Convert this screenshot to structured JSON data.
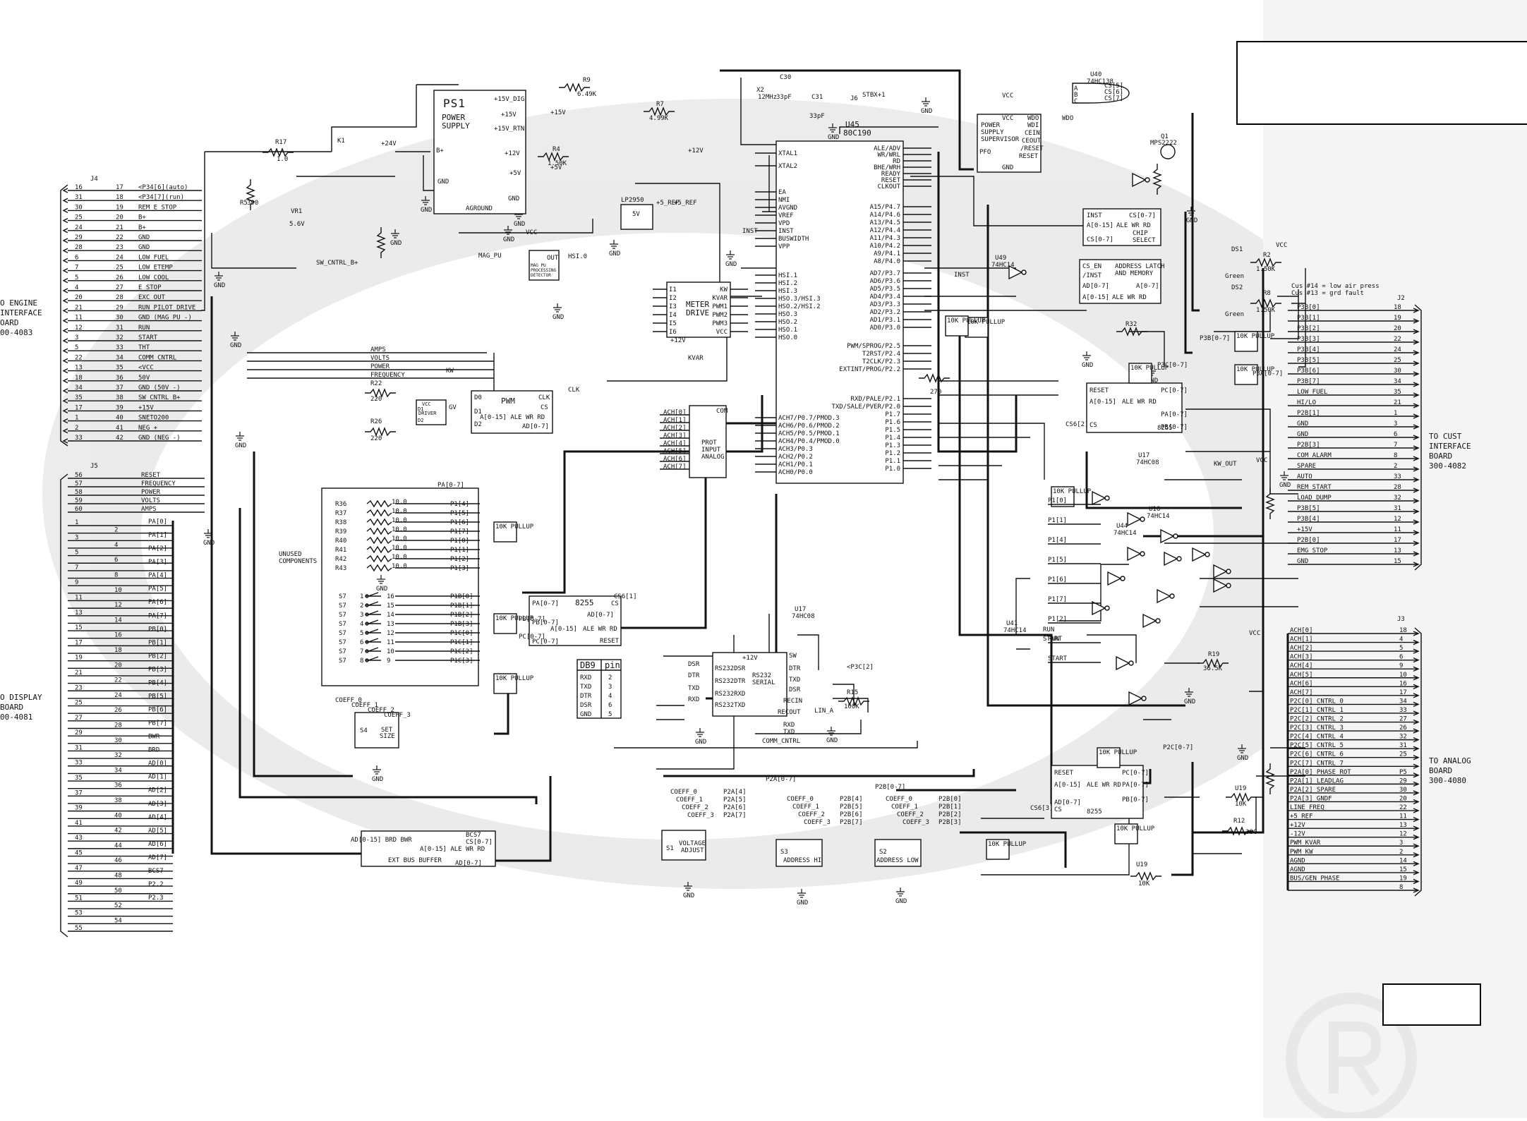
{
  "connectors": {
    "j4": {
      "designator": "J4",
      "destination_lines": [
        "O ENGINE",
        "INTERFACE",
        "OARD",
        "00-4083"
      ],
      "pins": [
        {
          "pin": "16",
          "sig": "<P34[6](auto)"
        },
        {
          "pin": "31",
          "sig": "<P34[7](run)"
        },
        {
          "pin": "30",
          "sig": "REM_E_STOP"
        },
        {
          "pin": "25",
          "sig": "B+"
        },
        {
          "pin": "24",
          "sig": "B+"
        },
        {
          "pin": "29",
          "sig": "GND"
        },
        {
          "pin": "28",
          "sig": "GND"
        },
        {
          "pin": "6",
          "sig": "LOW_FUEL"
        },
        {
          "pin": "7",
          "sig": "LOW_ETEMP"
        },
        {
          "pin": "5",
          "sig": "LOW_COOL"
        },
        {
          "pin": "4",
          "sig": "E_STOP"
        },
        {
          "pin": "20",
          "sig": "EXC_OUT"
        },
        {
          "pin": "21",
          "sig": "RUN_PILOT_DRIVE"
        },
        {
          "pin": "11",
          "sig": "GND (MAG PU -)"
        },
        {
          "pin": "12",
          "sig": "RUN"
        },
        {
          "pin": "3",
          "sig": "START"
        },
        {
          "pin": "5",
          "sig": "THT"
        },
        {
          "pin": "22",
          "sig": "COMM_CNTRL"
        },
        {
          "pin": "13",
          "sig": "<VCC"
        },
        {
          "pin": "18",
          "sig": "50V"
        },
        {
          "pin": "34",
          "sig": "GND (50V -)"
        },
        {
          "pin": "35",
          "sig": "SW_CNTRL_B+"
        },
        {
          "pin": "17",
          "sig": "+15V"
        },
        {
          "pin": "1",
          "sig": "SNETO200"
        },
        {
          "pin": "2",
          "sig": "NEG_+"
        },
        {
          "pin": "33",
          "sig": "GND (NEG -)"
        }
      ]
    },
    "j5": {
      "designator": "J5",
      "destination_lines": [
        "O DISPLAY",
        "BOARD",
        "00-4081"
      ],
      "top_pins": [
        {
          "pin": "56",
          "sig": "RESET"
        },
        {
          "pin": "57",
          "sig": "FREQUENCY"
        },
        {
          "pin": "58",
          "sig": "POWER"
        },
        {
          "pin": "59",
          "sig": "VOLTS"
        },
        {
          "pin": "60",
          "sig": "AMPS"
        }
      ],
      "pin_numbers": [
        "1",
        "2",
        "3",
        "4",
        "5",
        "6",
        "7",
        "8",
        "9",
        "10",
        "11",
        "12",
        "13",
        "14",
        "15",
        "16",
        "17",
        "18",
        "19",
        "20",
        "21",
        "22",
        "23",
        "24",
        "25",
        "26",
        "27",
        "28",
        "29",
        "30",
        "31",
        "32",
        "33",
        "34",
        "35",
        "36",
        "37",
        "38",
        "39",
        "40",
        "41",
        "42",
        "43",
        "44",
        "45",
        "46",
        "47",
        "48",
        "49",
        "50",
        "51",
        "52",
        "53",
        "54",
        "55"
      ],
      "bus_labels": [
        "PA[0]",
        "PA[1]",
        "PA[2]",
        "PA[3]",
        "PA[4]",
        "PA[5]",
        "PA[6]",
        "PA[7]",
        "PB[0]",
        "PB[1]",
        "PB[2]",
        "PB[3]",
        "PB[4]",
        "PB[5]",
        "PB[6]",
        "PB[7]",
        "BWR",
        "BRD",
        "AD[0]",
        "AD[1]",
        "AD[2]",
        "AD[3]",
        "AD[4]",
        "AD[5]",
        "AD[6]",
        "AD[7]",
        "BCS7",
        "P2.2",
        "P2.3"
      ]
    },
    "j2": {
      "designator": "J2",
      "destination_lines": [
        "TO CUST",
        "INTERFACE",
        "BOARD",
        "300-4082"
      ],
      "note_lines": [
        "Cus #14 = low air press",
        "Cus #13 = grd fault"
      ],
      "pins": [
        {
          "pin": "18",
          "sig": "P3B[0]"
        },
        {
          "pin": "19",
          "sig": "P3B[1]"
        },
        {
          "pin": "20",
          "sig": "P3B[2]"
        },
        {
          "pin": "22",
          "sig": "P3B[3]"
        },
        {
          "pin": "24",
          "sig": "P3B[4]"
        },
        {
          "pin": "25",
          "sig": "P3B[5]"
        },
        {
          "pin": "30",
          "sig": "P3B[6]"
        },
        {
          "pin": "34",
          "sig": "P3B[7]"
        },
        {
          "pin": "35",
          "sig": "LOW_FUEL"
        },
        {
          "pin": "21",
          "sig": "HI/LO"
        },
        {
          "pin": "1",
          "sig": "P2B[1]"
        },
        {
          "pin": "3",
          "sig": "GND"
        },
        {
          "pin": "6",
          "sig": "GND"
        },
        {
          "pin": "7",
          "sig": "P2B[3]"
        },
        {
          "pin": "8",
          "sig": "COM_ALARM"
        },
        {
          "pin": "2",
          "sig": "SPARE"
        },
        {
          "pin": "33",
          "sig": "AUTO"
        },
        {
          "pin": "28",
          "sig": "REM_START"
        },
        {
          "pin": "32",
          "sig": "LOAD_DUMP"
        },
        {
          "pin": "31",
          "sig": "P3B[5]"
        },
        {
          "pin": "12",
          "sig": "P3B[4]"
        },
        {
          "pin": "11",
          "sig": "+15V"
        },
        {
          "pin": "17",
          "sig": "P2B[0]"
        },
        {
          "pin": "13",
          "sig": "EMG_STOP"
        },
        {
          "pin": "15",
          "sig": "GND"
        }
      ]
    },
    "j3": {
      "designator": "J3",
      "destination_lines": [
        "TO ANALOG",
        "BOARD",
        "300-4080"
      ],
      "pins": [
        {
          "pin": "18",
          "sig": "ACH[0]"
        },
        {
          "pin": "4",
          "sig": "ACH[1]"
        },
        {
          "pin": "5",
          "sig": "ACH[2]"
        },
        {
          "pin": "6",
          "sig": "ACH[3]"
        },
        {
          "pin": "9",
          "sig": "ACH[4]"
        },
        {
          "pin": "10",
          "sig": "ACH[5]"
        },
        {
          "pin": "16",
          "sig": "ACH[6]"
        },
        {
          "pin": "17",
          "sig": "ACH[7]"
        },
        {
          "pin": "34",
          "sig": "P2C[0] CNTRL_0"
        },
        {
          "pin": "33",
          "sig": "P2C[1] CNTRL_1"
        },
        {
          "pin": "27",
          "sig": "P2C[2] CNTRL_2"
        },
        {
          "pin": "26",
          "sig": "P2C[3] CNTRL_3"
        },
        {
          "pin": "32",
          "sig": "P2C[4] CNTRL_4"
        },
        {
          "pin": "31",
          "sig": "P2C[5] CNTRL_5"
        },
        {
          "pin": "25",
          "sig": "P2C[6] CNTRL_6"
        },
        {
          "pin": "",
          "sig": "P2C[7] CNTRL_7"
        },
        {
          "pin": "P5",
          "sig": "P2A[0] PHASE_ROT"
        },
        {
          "pin": "29",
          "sig": "P2A[1] LEADLAG"
        },
        {
          "pin": "30",
          "sig": "P2A[2] SPARE"
        },
        {
          "pin": "20",
          "sig": "P2A[3] GNDF"
        },
        {
          "pin": "22",
          "sig": "LINE_FREQ"
        },
        {
          "pin": "11",
          "sig": "+5_REF"
        },
        {
          "pin": "13",
          "sig": "+12V"
        },
        {
          "pin": "12",
          "sig": "-12V"
        },
        {
          "pin": "3",
          "sig": "PWM_KVAR"
        },
        {
          "pin": "2",
          "sig": "PWM_KW"
        },
        {
          "pin": "14",
          "sig": "AGND"
        },
        {
          "pin": "15",
          "sig": "AGND"
        },
        {
          "pin": "19",
          "sig": "BUS/GEN_PHASE"
        },
        {
          "pin": "8",
          "sig": ""
        }
      ]
    }
  },
  "chips": {
    "ps1": {
      "ref": "PS1",
      "title_lines": [
        "POWER",
        "SUPPLY"
      ],
      "pins": [
        "+15V_DIG",
        "+15V",
        "+15V_RTN",
        "+12V",
        "+5V",
        "GND",
        "GND",
        "AGROUND"
      ]
    },
    "u45": {
      "ref": "U45",
      "part": "80C190",
      "left_pins": [
        "XTAL1",
        "XTAL2",
        "EA",
        "NMI",
        "AVGND",
        "VREF",
        "VPD",
        "INST",
        "BUSWIDTH",
        "VPP",
        "HSI.1",
        "HSI.2",
        "HSI.3",
        "HSO.3/HSI.3",
        "HSO.2/HSI.2",
        "HSO.3",
        "HSO.2",
        "HSO.1",
        "HSO.0",
        "ACH7/P0.7/PMOD.3",
        "ACH6/P0.6/PMOD.2",
        "ACH5/P0.5/PMOD.1",
        "ACH4/P0.4/PMOD.0",
        "ACH3/P0.3",
        "ACH2/P0.2",
        "ACH1/P0.1",
        "ACH0/P0.0"
      ],
      "right_pins": [
        "ALE/ADV",
        "WR/WRL",
        "RD",
        "BHE/WRH",
        "READY",
        "RESET",
        "CLKOUT",
        "A15/P4.7",
        "A14/P4.6",
        "A13/P4.5",
        "A12/P4.4",
        "A11/P4.3",
        "A10/P4.2",
        "A9/P4.1",
        "A8/P4.0",
        "AD7/P3.7",
        "AD6/P3.6",
        "AD5/P3.5",
        "AD4/P3.4",
        "AD3/P3.3",
        "AD2/P3.2",
        "AD1/P3.1",
        "AD0/P3.0",
        "PWM/SPROG/P2.5",
        "T2RST/P2.4",
        "T2CLK/P2.3",
        "EXTINT/PROG/P2.2",
        "RXD/PALE/P2.1",
        "TXD/SALE/PVER/P2.0",
        "P1.7",
        "P1.6",
        "P1.5",
        "P1.4",
        "P1.3",
        "P1.2",
        "P1.1",
        "P1.0"
      ]
    },
    "u40": {
      "ref": "U40",
      "part": "74HC138",
      "pins": [
        "CS[5]",
        "CS[6]",
        "CS[7]",
        "A",
        "B",
        "C"
      ]
    },
    "supervisor": {
      "title_lines": [
        "POWER",
        "SUPPLY",
        "SUPERVISOR"
      ],
      "pins": [
        "VCC",
        "WDO",
        "WDI",
        "CEIN",
        "CEOUT",
        "/RESET",
        "RESET",
        "PFO",
        "GND"
      ]
    },
    "g1": {
      "ref": "Q1",
      "part": "MPS2222"
    },
    "chip_select": {
      "pins": [
        "INST",
        "A[0-15]",
        "ALE WR RD",
        "CS[0-7]",
        "CS[0-7]",
        "CHIP SELECT"
      ],
      "title_lines": [
        "CHIP",
        "SELECT"
      ]
    },
    "latch": {
      "pins": [
        "CS_EN",
        "/INST",
        "AD[0-7]",
        "A[0-15]",
        "ALE WR RD",
        "A[0-7]"
      ],
      "title_lines": [
        "ADDRESS LATCH",
        "AND MEMORY"
      ]
    },
    "lp2950": {
      "ref": "LP2950",
      "pins": [
        "5V",
        "+5_REF"
      ]
    },
    "mag_pu": {
      "title_lines": [
        "MAG PU",
        "PROCESSING",
        "DETECTOR"
      ],
      "pins": [
        "HSI.0",
        "OUT"
      ]
    },
    "meter": {
      "title_lines": [
        "METER",
        "DRIVE"
      ],
      "left": [
        "I1",
        "I2",
        "I3",
        "I4",
        "I5",
        "I6"
      ],
      "right": [
        "KW",
        "KVAR",
        "PWM1",
        "PWM2",
        "PWM3",
        "VCC"
      ],
      "top": [
        "+12V"
      ]
    },
    "pwm": {
      "title": "PWM",
      "left": [
        "D0",
        "D1",
        "D2"
      ],
      "right": [
        "CLK",
        "CS",
        "AD[0-7]"
      ],
      "pin": "A[0-15] ALE WR RD"
    },
    "prot": {
      "title_lines": [
        "PROT",
        "INPUT",
        "ANALOG"
      ],
      "pins": [
        "ACH[0]",
        "ACH[1]",
        "ACH[2]",
        "ACH[3]",
        "ACH[4]",
        "ACH[5]",
        "ACH[6]",
        "ACH[7]",
        "COM"
      ]
    },
    "driver": {
      "title": "DRIVER",
      "pins": [
        "VCC",
        "GV",
        "D1",
        "D2"
      ]
    },
    "p8255_a": {
      "ref": "8255",
      "pins": [
        "PA[0-7]",
        "PB[0-7]",
        "PC[0-7]",
        "CS",
        "AD[0-7]",
        "A[0-15]",
        "ALE WR RD",
        "RESET"
      ]
    },
    "p8255_b": {
      "ref": "8255",
      "pins": [
        "RESET",
        "A[0-15]",
        "ALE WR RD",
        "PA[0-7]",
        "PB[0-7]",
        "PC[0-7]",
        "CS"
      ]
    },
    "p8255_c": {
      "ref": "8255",
      "pins": [
        "RESET",
        "A[0-15]",
        "ALE WR RD",
        "PA[0-7]",
        "PB[0-7]",
        "PC[0-7]",
        "CS",
        "AD[0-7]"
      ]
    },
    "rs232": {
      "title_lines": [
        "RS232",
        "SERIAL"
      ],
      "left": [
        "DSR",
        "DTR",
        "TXD",
        "RXD"
      ],
      "left_full": [
        "RS232DSR",
        "RS232DTR",
        "RS232RXD",
        "RS232TXD"
      ],
      "right": [
        "SW",
        "DTR",
        "TXD",
        "DSR",
        "RECIN",
        "RECOUT",
        "RXD",
        "TXD"
      ],
      "power": "+12V"
    },
    "ext_bus": {
      "title": "EXT BUS BUFFER",
      "pins": [
        "BCS7",
        "CS[0-7]",
        "A[0-15] ALE WR RD",
        "AD[0-7]",
        "AD[0-15] BRD BWR"
      ]
    },
    "db9": {
      "title": "DB9",
      "pin_header": "pin",
      "rows": [
        [
          "RXD",
          "2"
        ],
        [
          "TXD",
          "3"
        ],
        [
          "DTR",
          "4"
        ],
        [
          "DSR",
          "6"
        ],
        [
          "GND",
          "5"
        ]
      ]
    },
    "dipsw": {
      "s4": {
        "ref": "S4",
        "title_lines": [
          "SET",
          "SIZE"
        ],
        "signals": [
          "COEFF_0",
          "COEFF_1",
          "COEFF_2",
          "COEFF_3"
        ]
      },
      "s1": {
        "ref": "S1",
        "title_lines": [
          "VOLTAGE",
          "ADJUST"
        ],
        "signals": [
          "COEFF_0",
          "COEFF_1",
          "COEFF_2",
          "COEFF_3"
        ],
        "ports": [
          "P2A[4]",
          "P2A[5]",
          "P2A[6]",
          "P2A[7]"
        ]
      },
      "s3": {
        "ref": "S3",
        "title_lines": [
          "ADDRESS HI"
        ],
        "signals": [
          "COEFF_0",
          "COEFF_1",
          "COEFF_2",
          "COEFF_3"
        ],
        "ports": [
          "P2B[4]",
          "P2B[5]",
          "P2B[6]",
          "P2B[7]"
        ]
      },
      "s2": {
        "ref": "S2",
        "title_lines": [
          "ADDRESS LOW"
        ],
        "signals": [
          "COEFF_0",
          "COEFF_1",
          "COEFF_2",
          "COEFF_3"
        ],
        "ports": [
          "P2B[0]",
          "P2B[1]",
          "P2B[2]",
          "P2B[3]"
        ]
      }
    }
  },
  "labels": {
    "unused": [
      "UNUSED",
      "COMPONENTS"
    ],
    "pullup": "10K PULLUP",
    "resistors": {
      "r9": "R9",
      "r9v": "6.49K",
      "r7": "R7",
      "r7v": "4.99K",
      "r4": "R4",
      "r4v": "1.50K",
      "r17": "R17",
      "r17v": "1.0",
      "r2": "R2",
      "r2v": "1.50K",
      "r8": "R8",
      "r8v": "1.50K",
      "r22": "R22",
      "r22v": "220",
      "r26": "R26",
      "r26v": "220",
      "r15": "R15",
      "r15v": "100K",
      "r19": "R19",
      "r19v": "36.5K",
      "r32": "R32",
      "r12": "R12",
      "r12v": "38C",
      "u19": "U19",
      "u19v": "10K",
      "r10v": "270",
      "r5": "R5",
      "r5v": "390"
    },
    "misc": {
      "k1": "K1",
      "vr1": "VR1",
      "vr1v": "5.6V",
      "c30": "C30",
      "c30v": "33pF",
      "c31": "C31",
      "c31v": "33pF",
      "x2": "X2",
      "x2v": "12MHz",
      "j6": "J6",
      "j6v": "STBX+1",
      "green": "Green",
      "ds1": "DS1",
      "ds2": "DS2",
      "u41": "U41",
      "u41p": "74HC14",
      "u17": "U17",
      "u17p": "74HC08",
      "u16": "U16",
      "u16p": "74HC14",
      "u49": "U49",
      "u49p": "74HC14",
      "u44": "U44",
      "u44p": "74HC14",
      "kvar": "KVAR",
      "kw": "KW",
      "kw_out": "KW_OUT",
      "wdo": "WDO",
      "vcc": "VCC",
      "gnd": "GND",
      "plus24": "+24V",
      "plus12": "+12V",
      "plus15": "+15V",
      "plus5": "+5V",
      "plus5ref": "+5_REF",
      "bplus": "B+",
      "clk": "CLK",
      "inst": "INST",
      "mag_pu": "MAG_PU",
      "sw_cntrl": "SW_CNTRL_B+",
      "comm_cntrl": "COMM_CNTRL",
      "pa0_7": "PA[0-7]",
      "pb0_7": "PB[0-7]",
      "pc0_7": "PC[0-7]",
      "p2a": "P2A[0-7]",
      "p2b": "P2B[0-7]",
      "p2c": "P2C[0-7]",
      "p3b": "P3B[0-7]",
      "p3a": "P3A[0-7]",
      "p3c": "P3C[0-7]",
      "cs6_1": "CS6[1]",
      "cs6_2": "CS6[2]",
      "cs6_3": "CS6[3]",
      "run": "RUN",
      "start": "START",
      "amps": "AMPS",
      "volts": "VOLTS",
      "power": "POWER",
      "frequency": "FREQUENCY",
      "lin_a": "LIN_A",
      "p3c2": "<P3C[2]"
    },
    "p1_labels": [
      "P1[4]",
      "P1[5]",
      "P1[6]",
      "P1[7]",
      "P1[0]",
      "P1[1]",
      "P1[2]",
      "P1[3]"
    ],
    "p1b_labels": [
      "P1B[0]",
      "P1B[1]",
      "P1B[2]",
      "P1B[3]",
      "P1C[0]",
      "P1C[1]",
      "P1C[2]",
      "P1C[3]"
    ],
    "r_unused": [
      "R36",
      "R37",
      "R38",
      "R39",
      "R40",
      "R41",
      "R42",
      "R43"
    ],
    "r_unused_vals": [
      "10.0",
      "10.0",
      "10.0",
      "10.0",
      "10.0",
      "10.0",
      "10.0",
      "10.0"
    ],
    "s7_labels": [
      "S7",
      "S7",
      "S7",
      "S7",
      "S7",
      "S7",
      "S7",
      "S7"
    ],
    "s7_pins_l": [
      "1",
      "2",
      "3",
      "4",
      "5",
      "6",
      "7",
      "8"
    ],
    "s7_pins_r": [
      "16",
      "15",
      "14",
      "13",
      "12",
      "11",
      "10",
      "9"
    ],
    "gate_inputs": [
      "P1[0]",
      "P1[1]",
      "P1[4]",
      "P1[5]",
      "P1[6]",
      "P1[7]",
      "P1[2]",
      "RUN",
      "START"
    ]
  },
  "colors": {
    "ink": "#111111",
    "paper": "#ffffff",
    "watermark": "#d9d9d9"
  }
}
